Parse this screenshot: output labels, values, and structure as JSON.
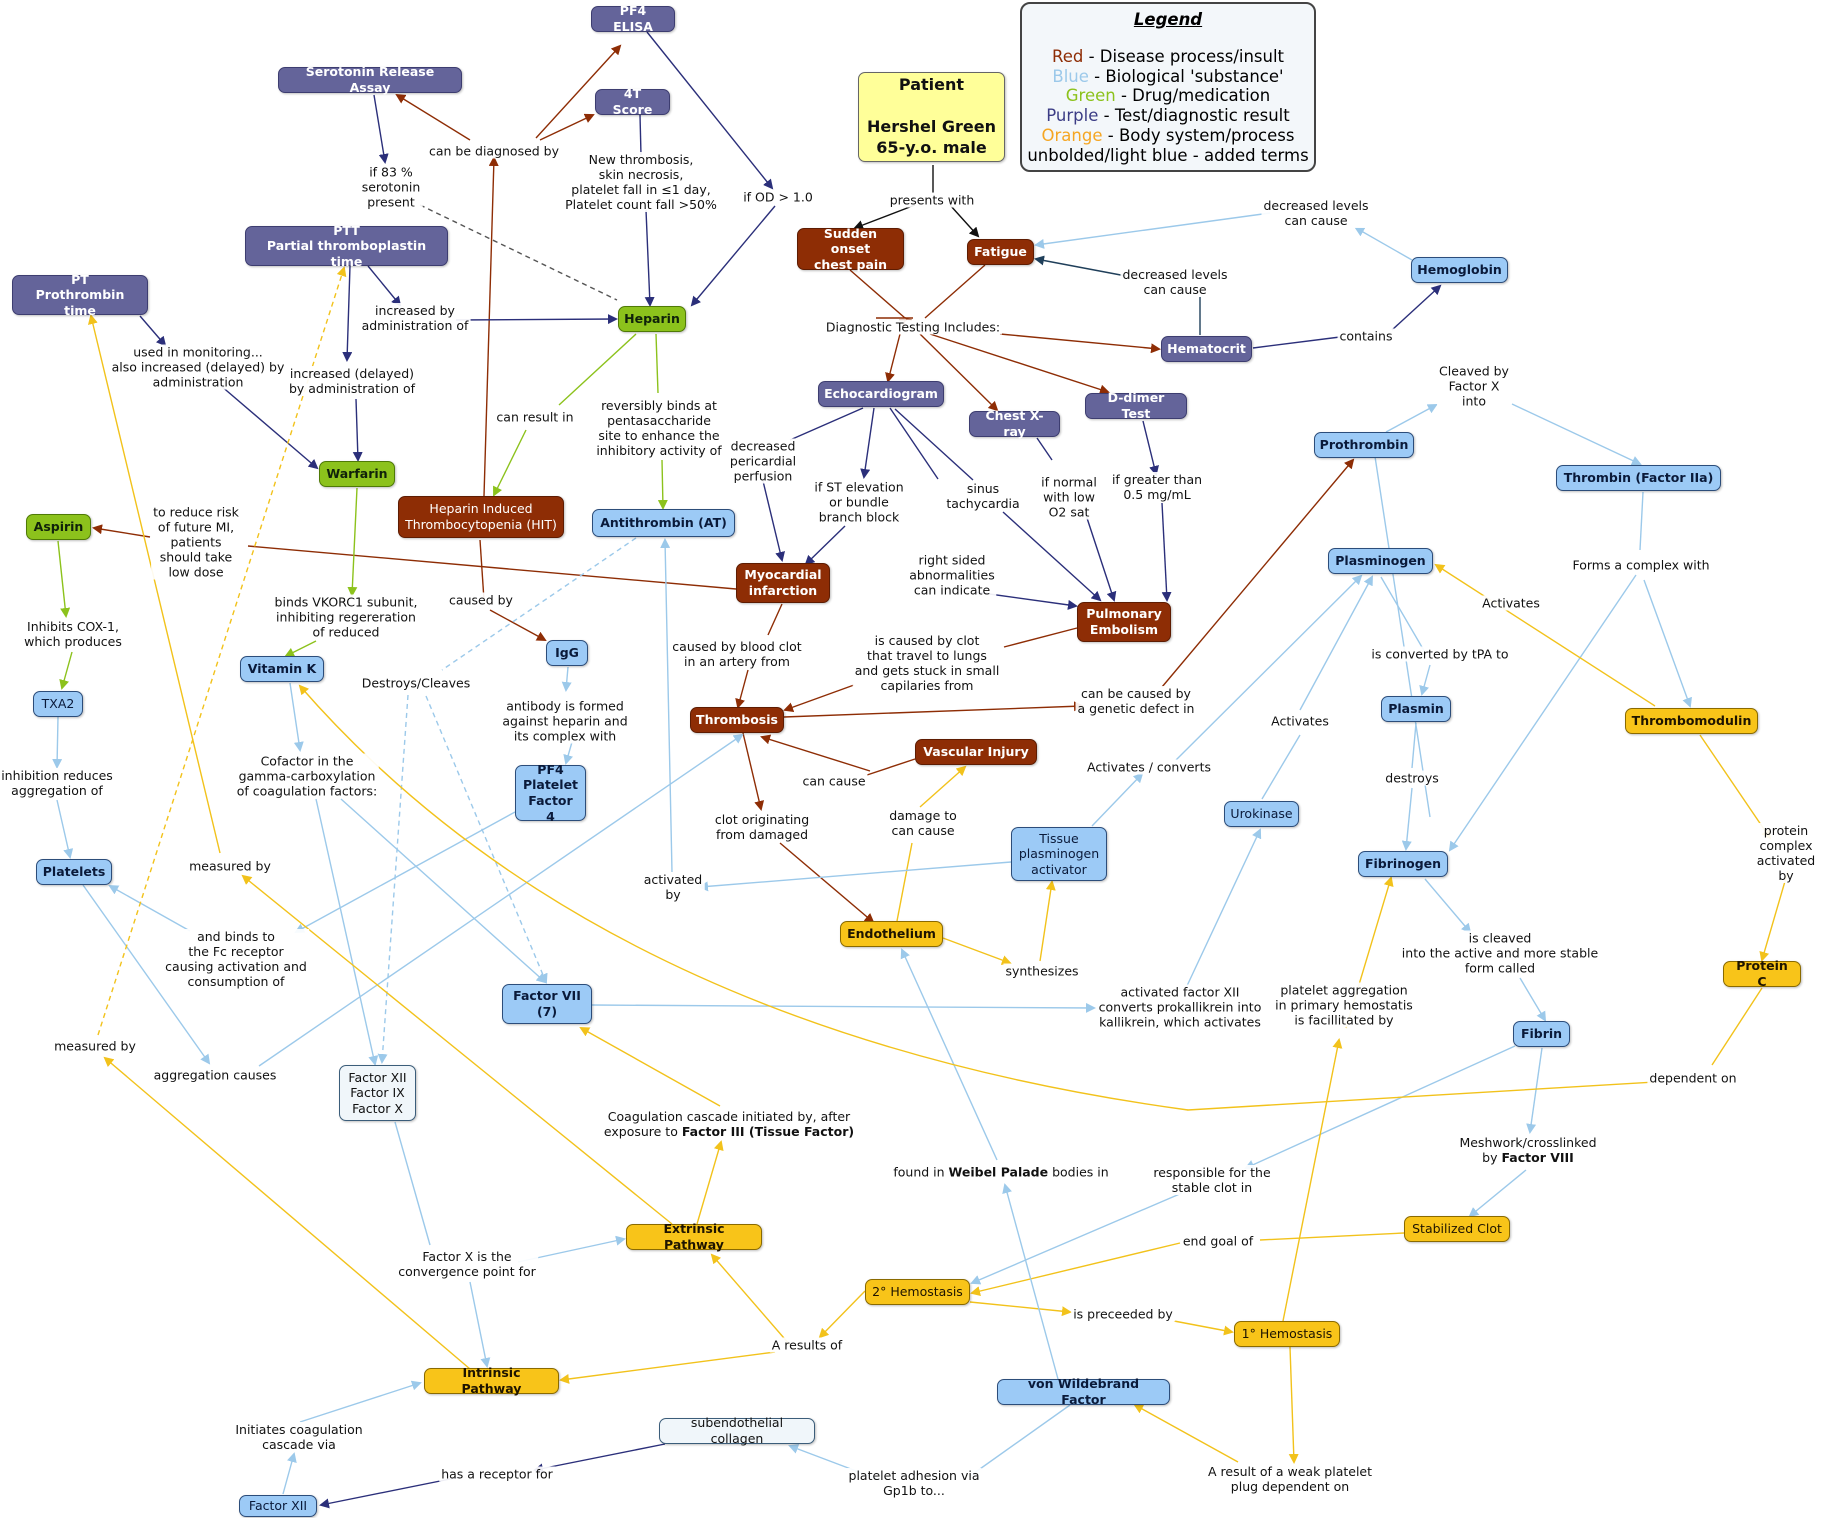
{
  "colors": {
    "red": "#8e2d05",
    "blue": "#9ccaf6",
    "green": "#8cc21c",
    "purple": "#3b3c85",
    "orange": "#f5a623",
    "yellow": "#f2c21b",
    "brown": "#8e2d05",
    "navy": "#2b2f7a",
    "lightblue": "#9cc9ea"
  },
  "legend": {
    "title": "Legend",
    "rows": [
      {
        "key": "Red",
        "color": "#8e2d05",
        "text": " - Disease process/insult"
      },
      {
        "key": "Blue",
        "color": "#9cc9ea",
        "text": " - Biological 'substance'"
      },
      {
        "key": "Green",
        "color": "#8cc21c",
        "text": " - Drug/medication"
      },
      {
        "key": "Purple",
        "color": "#3b3c85",
        "text": " - Test/diagnostic result"
      },
      {
        "key": "Orange",
        "color": "#f5a623",
        "text": " - Body system/process"
      },
      {
        "key": "",
        "color": "#111111",
        "text": "unbolded/light blue - added terms"
      }
    ]
  },
  "nodes": [
    {
      "id": "pf4elisa",
      "text": "PF4 ELISA",
      "cls": "purple"
    },
    {
      "id": "sra",
      "text": "Serotonin Release Assay",
      "cls": "purple"
    },
    {
      "id": "t4",
      "text": "4T Score",
      "cls": "purple"
    },
    {
      "id": "patient",
      "text": "Patient\n\nHershel Green\n65-y.o. male",
      "cls": "patient"
    },
    {
      "id": "ptt",
      "text": "PTT\nPartial thromboplastin time",
      "cls": "purple"
    },
    {
      "id": "pt",
      "text": "PT\nProthrombin time",
      "cls": "purple"
    },
    {
      "id": "chest",
      "text": "Sudden onset\nchest pain",
      "cls": "red"
    },
    {
      "id": "fatigue",
      "text": "Fatigue",
      "cls": "red"
    },
    {
      "id": "hemoglobin",
      "text": "Hemoglobin",
      "cls": "blue"
    },
    {
      "id": "heparin",
      "text": "Heparin",
      "cls": "green"
    },
    {
      "id": "hematocrit",
      "text": "Hematocrit",
      "cls": "purple"
    },
    {
      "id": "echo",
      "text": "Echocardiogram",
      "cls": "purple"
    },
    {
      "id": "ddimer",
      "text": "D-dimer Test",
      "cls": "purple"
    },
    {
      "id": "cxr",
      "text": "Chest X-ray",
      "cls": "purple"
    },
    {
      "id": "prothrombin",
      "text": "Prothrombin",
      "cls": "blue"
    },
    {
      "id": "thrombin",
      "text": "Thrombin (Factor IIa)",
      "cls": "blue"
    },
    {
      "id": "warfarin",
      "text": "Warfarin",
      "cls": "green"
    },
    {
      "id": "aspirin",
      "text": "Aspirin",
      "cls": "green"
    },
    {
      "id": "hit",
      "text": "Heparin Induced\nThrombocytopenia (HIT)",
      "cls": "red-l"
    },
    {
      "id": "at",
      "text": "Antithrombin (AT)",
      "cls": "blue"
    },
    {
      "id": "mi",
      "text": "Myocardial\ninfarction",
      "cls": "red"
    },
    {
      "id": "plasminogen",
      "text": "Plasminogen",
      "cls": "blue"
    },
    {
      "id": "pe",
      "text": "Pulmonary\nEmbolism",
      "cls": "red"
    },
    {
      "id": "igg",
      "text": "IgG",
      "cls": "blue"
    },
    {
      "id": "vitk",
      "text": "Vitamin K",
      "cls": "blue"
    },
    {
      "id": "txa2",
      "text": "TXA2",
      "cls": "blue-l"
    },
    {
      "id": "thrombosis",
      "text": "Thrombosis",
      "cls": "red"
    },
    {
      "id": "plasmin",
      "text": "Plasmin",
      "cls": "blue"
    },
    {
      "id": "thrombomodulin",
      "text": "Thrombomodulin",
      "cls": "orange"
    },
    {
      "id": "vascinj",
      "text": "Vascular Injury",
      "cls": "red"
    },
    {
      "id": "pf4",
      "text": "PF4\nPlatelet\nFactor 4",
      "cls": "blue"
    },
    {
      "id": "urokinase",
      "text": "Urokinase",
      "cls": "blue-l"
    },
    {
      "id": "tpa",
      "text": "Tissue\nplasminogen\nactivator",
      "cls": "blue-l"
    },
    {
      "id": "platelets",
      "text": "Platelets",
      "cls": "blue"
    },
    {
      "id": "fibrinogen",
      "text": "Fibrinogen",
      "cls": "blue"
    },
    {
      "id": "endothelium",
      "text": "Endothelium",
      "cls": "orange"
    },
    {
      "id": "proteinc",
      "text": "Protein C",
      "cls": "orange"
    },
    {
      "id": "f7",
      "text": "Factor VII\n(7)",
      "cls": "blue"
    },
    {
      "id": "fibrin",
      "text": "Fibrin",
      "cls": "blue"
    },
    {
      "id": "f12910",
      "text": "Factor XII\nFactor IX\nFactor X",
      "cls": "white"
    },
    {
      "id": "extrinsic",
      "text": "Extrinsic Pathway",
      "cls": "orange"
    },
    {
      "id": "stabclot",
      "text": "Stabilized Clot",
      "cls": "orange-l"
    },
    {
      "id": "hemo2",
      "text": "2° Hemostasis",
      "cls": "orange-l"
    },
    {
      "id": "hemo1",
      "text": "1° Hemostasis",
      "cls": "orange-l"
    },
    {
      "id": "intrinsic",
      "text": "Intrinsic Pathway",
      "cls": "orange"
    },
    {
      "id": "vwf",
      "text": "von Wildebrand Factor",
      "cls": "blue"
    },
    {
      "id": "subcollagen",
      "text": "subendothelial collagen",
      "cls": "white"
    },
    {
      "id": "f12",
      "text": "Factor XII",
      "cls": "blue-l"
    }
  ],
  "labels": [
    {
      "id": "l_diag",
      "text": "can be diagnosed by"
    },
    {
      "id": "l_4t",
      "text": "New thrombosis,\nskin necrosis,\nplatelet fall in ≤1 day,\nPlatelet count fall >50%"
    },
    {
      "id": "l_od",
      "text": "if OD > 1.0"
    },
    {
      "id": "l_83",
      "text": "if 83 %\nserotonin\npresent"
    },
    {
      "id": "l_presents",
      "text": "presents with"
    },
    {
      "id": "l_declev1",
      "text": "decreased levels\ncan cause"
    },
    {
      "id": "l_declev2",
      "text": "decreased levels\ncan cause"
    },
    {
      "id": "l_diagtest",
      "text": "Diagnostic Testing Includes:"
    },
    {
      "id": "l_contains",
      "text": "contains"
    },
    {
      "id": "l_incadmin",
      "text": "increased by\nadministration of"
    },
    {
      "id": "l_monitor",
      "text": "used in monitoring...\nalso increased (delayed) by\nadministration"
    },
    {
      "id": "l_incdelay",
      "text": "increased (delayed)\nby administration of"
    },
    {
      "id": "l_canresult",
      "text": "can result in"
    },
    {
      "id": "l_revbind",
      "text": "reversibly binds at\npentasaccharide\nsite to enhance the\ninhibitory activity of"
    },
    {
      "id": "l_cleavedx",
      "text": "Cleaved by\nFactor X\ninto"
    },
    {
      "id": "l_decperf",
      "text": "decreased\npericardial\nperfusion"
    },
    {
      "id": "l_stelev",
      "text": "if ST elevation\nor bundle\nbranch block"
    },
    {
      "id": "l_sinus",
      "text": "sinus\ntachycardia"
    },
    {
      "id": "l_normal",
      "text": "if normal\nwith low\nO2 sat"
    },
    {
      "id": "l_greater",
      "text": "if greater than\n0.5 mg/mL"
    },
    {
      "id": "l_rightsided",
      "text": "right sided\nabnormalities\ncan indicate"
    },
    {
      "id": "l_reducerisk",
      "text": "to reduce risk\nof future MI,\npatients\nshould take\nlow dose"
    },
    {
      "id": "l_causedby",
      "text": "caused by"
    },
    {
      "id": "l_complex",
      "text": "Forms a complex with"
    },
    {
      "id": "l_activates1",
      "text": "Activates"
    },
    {
      "id": "l_inhibitscox",
      "text": "Inhibits COX-1,\nwhich produces"
    },
    {
      "id": "l_vkorc",
      "text": "binds VKORC1 subunit,\ninhibiting regereration\nof reduced"
    },
    {
      "id": "l_destroys",
      "text": "Destroys/Cleaves"
    },
    {
      "id": "l_antibody",
      "text": "antibody is formed\nagainst heparin and\nits complex with"
    },
    {
      "id": "l_clotart",
      "text": "caused by blood clot\nin an artery from"
    },
    {
      "id": "l_clotlung",
      "text": "is caused by clot\nthat travel to lungs\nand gets stuck in small\ncapilaries from"
    },
    {
      "id": "l_genetic",
      "text": "can be caused by\na genetic defect in"
    },
    {
      "id": "l_tpaconv",
      "text": "is converted by tPA to"
    },
    {
      "id": "l_activates2",
      "text": "Activates"
    },
    {
      "id": "l_inhred",
      "text": "inhibition reduces\naggregation of"
    },
    {
      "id": "l_cofactor",
      "text": "Cofactor in the\ngamma-carboxylation\nof coagulation factors:"
    },
    {
      "id": "l_cancause",
      "text": "can cause"
    },
    {
      "id": "l_damage",
      "text": "damage to\ncan cause"
    },
    {
      "id": "l_actconv",
      "text": "Activates / converts"
    },
    {
      "id": "l_destroys2",
      "text": "destroys"
    },
    {
      "id": "l_protcomplex",
      "text": "protein complex\nactivated by"
    },
    {
      "id": "l_measured1",
      "text": "measured by"
    },
    {
      "id": "l_actby",
      "text": "activated\nby"
    },
    {
      "id": "l_clotorig",
      "text": "clot originating\nfrom damaged"
    },
    {
      "id": "l_fcrec",
      "text": "and binds to\nthe Fc receptor\ncausing activation and\nconsumption of"
    },
    {
      "id": "l_synth",
      "text": "synthesizes"
    },
    {
      "id": "l_cleaved",
      "text": "is cleaved\ninto the active and more stable\nform called"
    },
    {
      "id": "l_f12act",
      "text": "activated factor XII\nconverts prokallikrein into\nkallikrein, which activates"
    },
    {
      "id": "l_pltagg",
      "text": "platelet aggregation\nin primary hemostatis\nis facillitated by"
    },
    {
      "id": "l_measured2",
      "text": "measured by"
    },
    {
      "id": "l_aggcauses",
      "text": "aggregation causes"
    },
    {
      "id": "l_dependent",
      "text": "dependent on"
    },
    {
      "id": "l_coag_pre",
      "text": "Coagulation cascade initiated by, after\nexposure to "
    },
    {
      "id": "l_coag_bold",
      "text": "Factor III (Tissue Factor)"
    },
    {
      "id": "l_mesh_pre",
      "text": "Meshwork/crosslinked\nby "
    },
    {
      "id": "l_mesh_bold",
      "text": "Factor VIII"
    },
    {
      "id": "l_found_pre",
      "text": "found in "
    },
    {
      "id": "l_found_bold",
      "text": "Weibel Palade"
    },
    {
      "id": "l_found_post",
      "text": " bodies in"
    },
    {
      "id": "l_stableclot",
      "text": "responsible for the\nstable clot in"
    },
    {
      "id": "l_endgoal",
      "text": "end goal of"
    },
    {
      "id": "l_convpoint",
      "text": "Factor X is the\nconvergence point for"
    },
    {
      "id": "l_preceeded",
      "text": "is preceeded by"
    },
    {
      "id": "l_results",
      "text": "A results of"
    },
    {
      "id": "l_initiates",
      "text": "Initiates coagulation\ncascade via"
    },
    {
      "id": "l_receptor",
      "text": "has a receptor for"
    },
    {
      "id": "l_gp1b",
      "text": "platelet adhesion via\nGp1b to..."
    },
    {
      "id": "l_weakplug",
      "text": "A result of a weak platelet\nplug dependent on"
    }
  ]
}
